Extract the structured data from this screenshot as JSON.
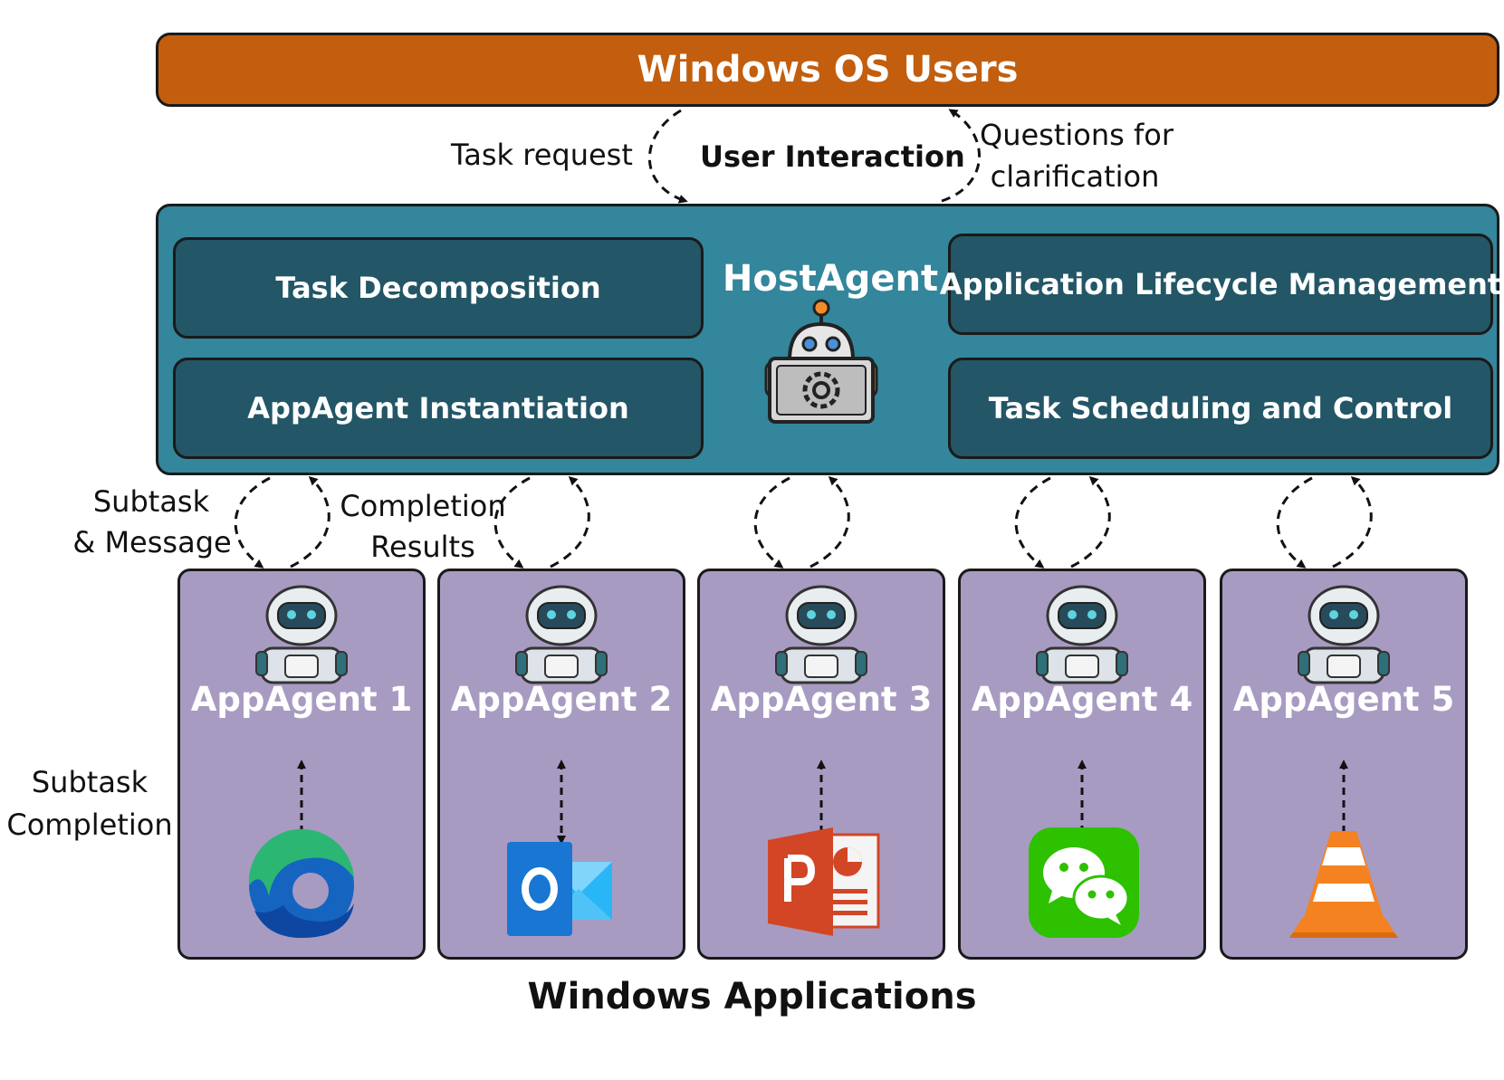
{
  "users": {
    "title": "Windows OS Users"
  },
  "interaction": {
    "center": "User Interaction",
    "left": "Task request",
    "right_line1": "Questions for",
    "right_line2": "clarification"
  },
  "host": {
    "title": "HostAgent",
    "modules": [
      "Task Decomposition",
      "AppAgent Instantiation",
      "Application Lifecycle Management",
      "Task Scheduling and Control"
    ]
  },
  "flow_labels": {
    "subtask_line1": "Subtask",
    "subtask_line2": "& Message",
    "completion_line1": "Completion",
    "completion_line2": "Results",
    "side_line1": "Subtask",
    "side_line2": "Completion"
  },
  "agents": [
    {
      "label": "AppAgent 1",
      "app_icon": "edge-icon"
    },
    {
      "label": "AppAgent 2",
      "app_icon": "outlook-icon"
    },
    {
      "label": "AppAgent 3",
      "app_icon": "powerpoint-icon"
    },
    {
      "label": "AppAgent 4",
      "app_icon": "wechat-icon"
    },
    {
      "label": "AppAgent 5",
      "app_icon": "vlc-icon"
    }
  ],
  "footer": "Windows Applications",
  "colors": {
    "users_fill": "#C25E0E",
    "host_fill": "#33869B",
    "module_fill": "#235666",
    "agent_fill": "#A89BC2"
  }
}
